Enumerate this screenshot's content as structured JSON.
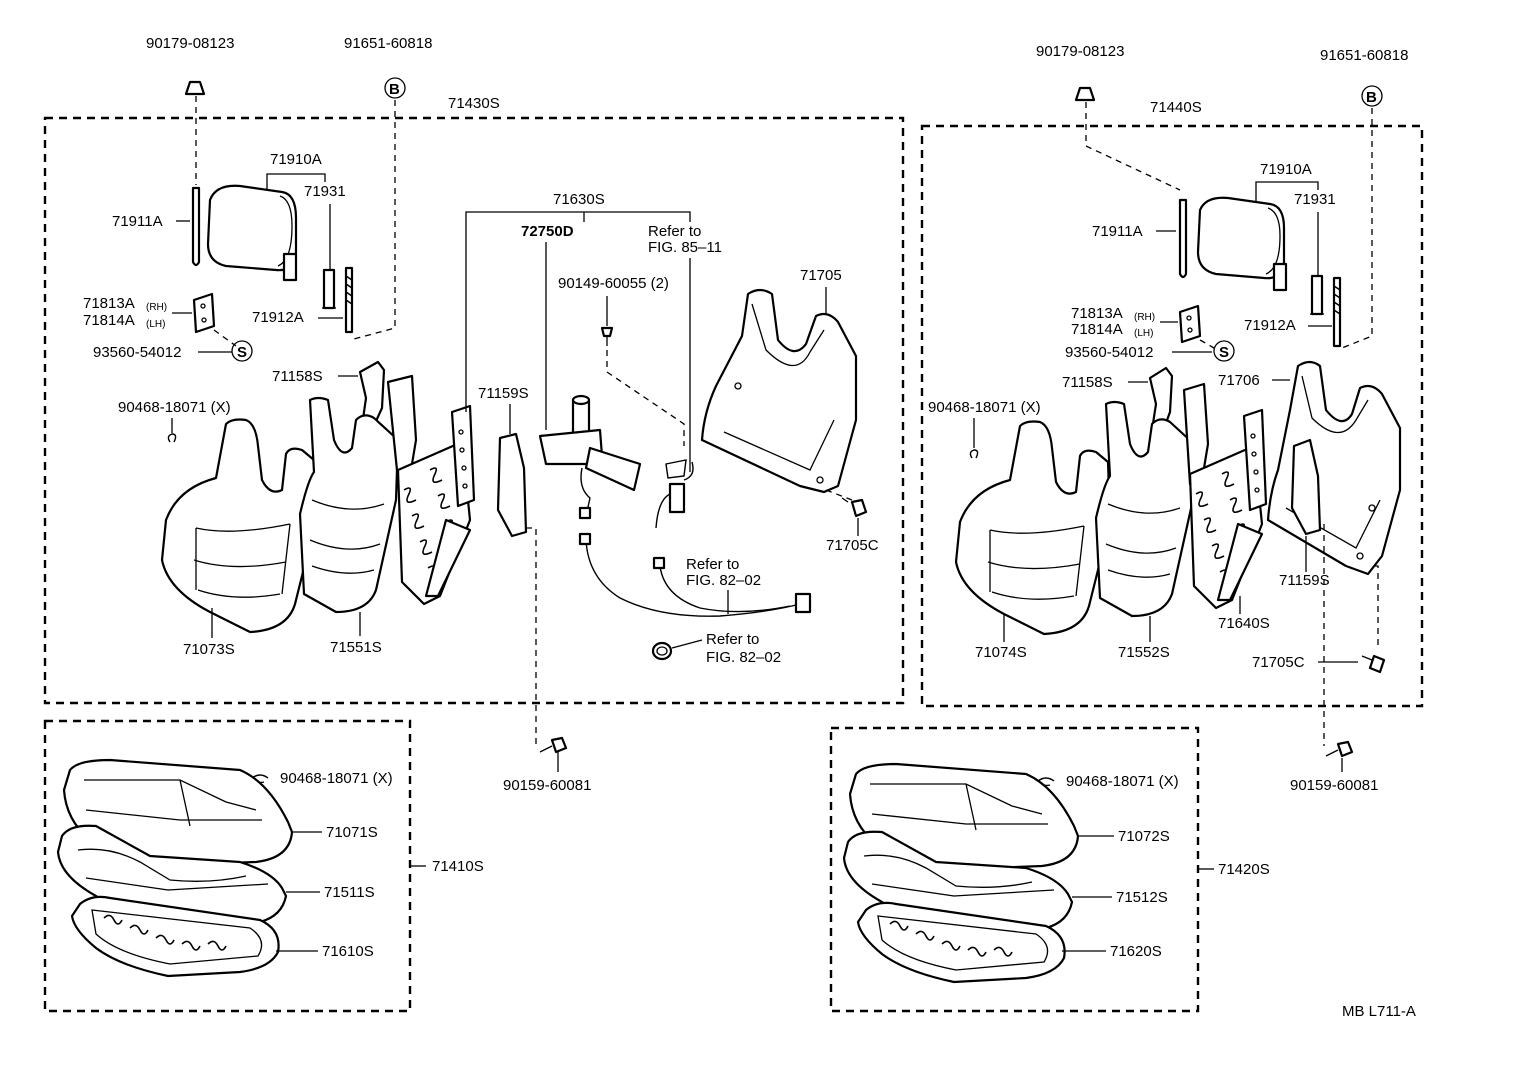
{
  "diagram_code": "MB L711-A",
  "left_assembly": {
    "frame_label": "71430S",
    "top_bolt": "90179-08123",
    "top_b_part": "91651-60818",
    "headrest": "71910A",
    "headrest_support_rod": "71931",
    "headrest_stay": "71911A",
    "headrest_stay_2": "71912A",
    "bracket_rh": "71813A",
    "bracket_lh": "71814A",
    "rh_suffix": "(RH)",
    "lh_suffix": "(LH)",
    "screw_s": "93560-54012",
    "cover_bracket": "71158S",
    "hog_ring": "90468-18071 (X)",
    "cover_side": "71159S",
    "back_cover": "71073S",
    "back_pad": "71551S",
    "adjuster_group": "71630S",
    "motor": "72750D",
    "refer_1_a": "Refer to",
    "refer_1_b": "FIG. 85–11",
    "screw_2": "90149-60055 (2)",
    "back_board": "71705",
    "back_board_screw": "71705C",
    "refer_2_a": "Refer to",
    "refer_2_b": "FIG. 82–02",
    "refer_3_a": "Refer to",
    "refer_3_b": "FIG. 82–02",
    "bottom_screw": "90159-60081"
  },
  "right_assembly": {
    "frame_label": "71440S",
    "top_bolt": "90179-08123",
    "top_b_part": "91651-60818",
    "headrest": "71910A",
    "headrest_support_rod": "71931",
    "headrest_stay": "71911A",
    "headrest_stay_2": "71912A",
    "bracket_rh": "71813A",
    "bracket_lh": "71814A",
    "rh_suffix": "(RH)",
    "lh_suffix": "(LH)",
    "screw_s": "93560-54012",
    "cover_bracket": "71158S",
    "back_board": "71706",
    "hog_ring": "90468-18071 (X)",
    "back_cover": "71074S",
    "back_pad": "71552S",
    "frame": "71640S",
    "cover_side": "71159S",
    "back_board_screw": "71705C",
    "bottom_screw": "90159-60081"
  },
  "left_cushion": {
    "group_label": "71410S",
    "hog_ring": "90468-18071 (X)",
    "cover": "71071S",
    "pad": "71511S",
    "frame": "71610S"
  },
  "right_cushion": {
    "group_label": "71420S",
    "hog_ring": "90468-18071 (X)",
    "cover": "71072S",
    "pad": "71512S",
    "frame": "71620S"
  },
  "circle_b": "B",
  "circle_s": "S"
}
